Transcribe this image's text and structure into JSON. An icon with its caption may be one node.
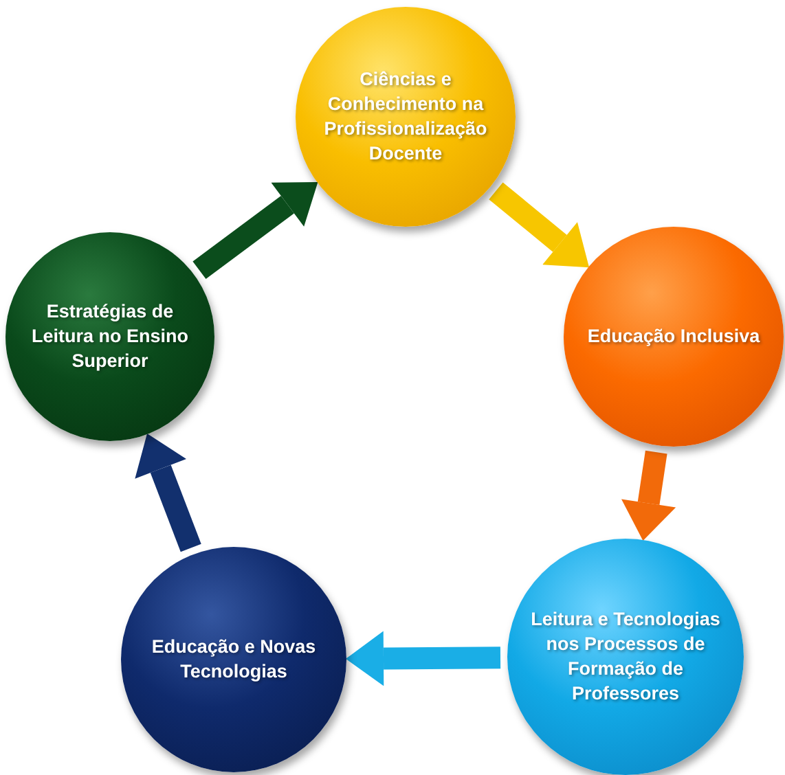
{
  "diagram": {
    "nodes": [
      {
        "text": [
          "Ciências e Conhecimento na Profissionalização Docente"
        ]
      },
      {
        "text": [
          "Educação Inclusiva"
        ]
      },
      {
        "text": [
          "Leitura e Tecnologias nos Processos de Formação de Professores"
        ]
      },
      {
        "text": [
          "Educação e Novas Tecnologias"
        ]
      },
      {
        "text": [
          "Estratégias de Leitura no Ensino Superior"
        ]
      }
    ],
    "edges": [
      {
        "from": 0,
        "to": 1,
        "arrow": "to",
        "color": "#f7c600"
      },
      {
        "from": 1,
        "to": 2,
        "arrow": "to",
        "color": "#f26a0a"
      },
      {
        "from": 2,
        "to": 3,
        "arrow": "to",
        "color": "#1aaee6"
      },
      {
        "from": 3,
        "to": 4,
        "arrow": "to",
        "color": "#12306e"
      },
      {
        "from": 4,
        "to": 0,
        "arrow": "to",
        "color": "#0b4d1c"
      }
    ]
  }
}
